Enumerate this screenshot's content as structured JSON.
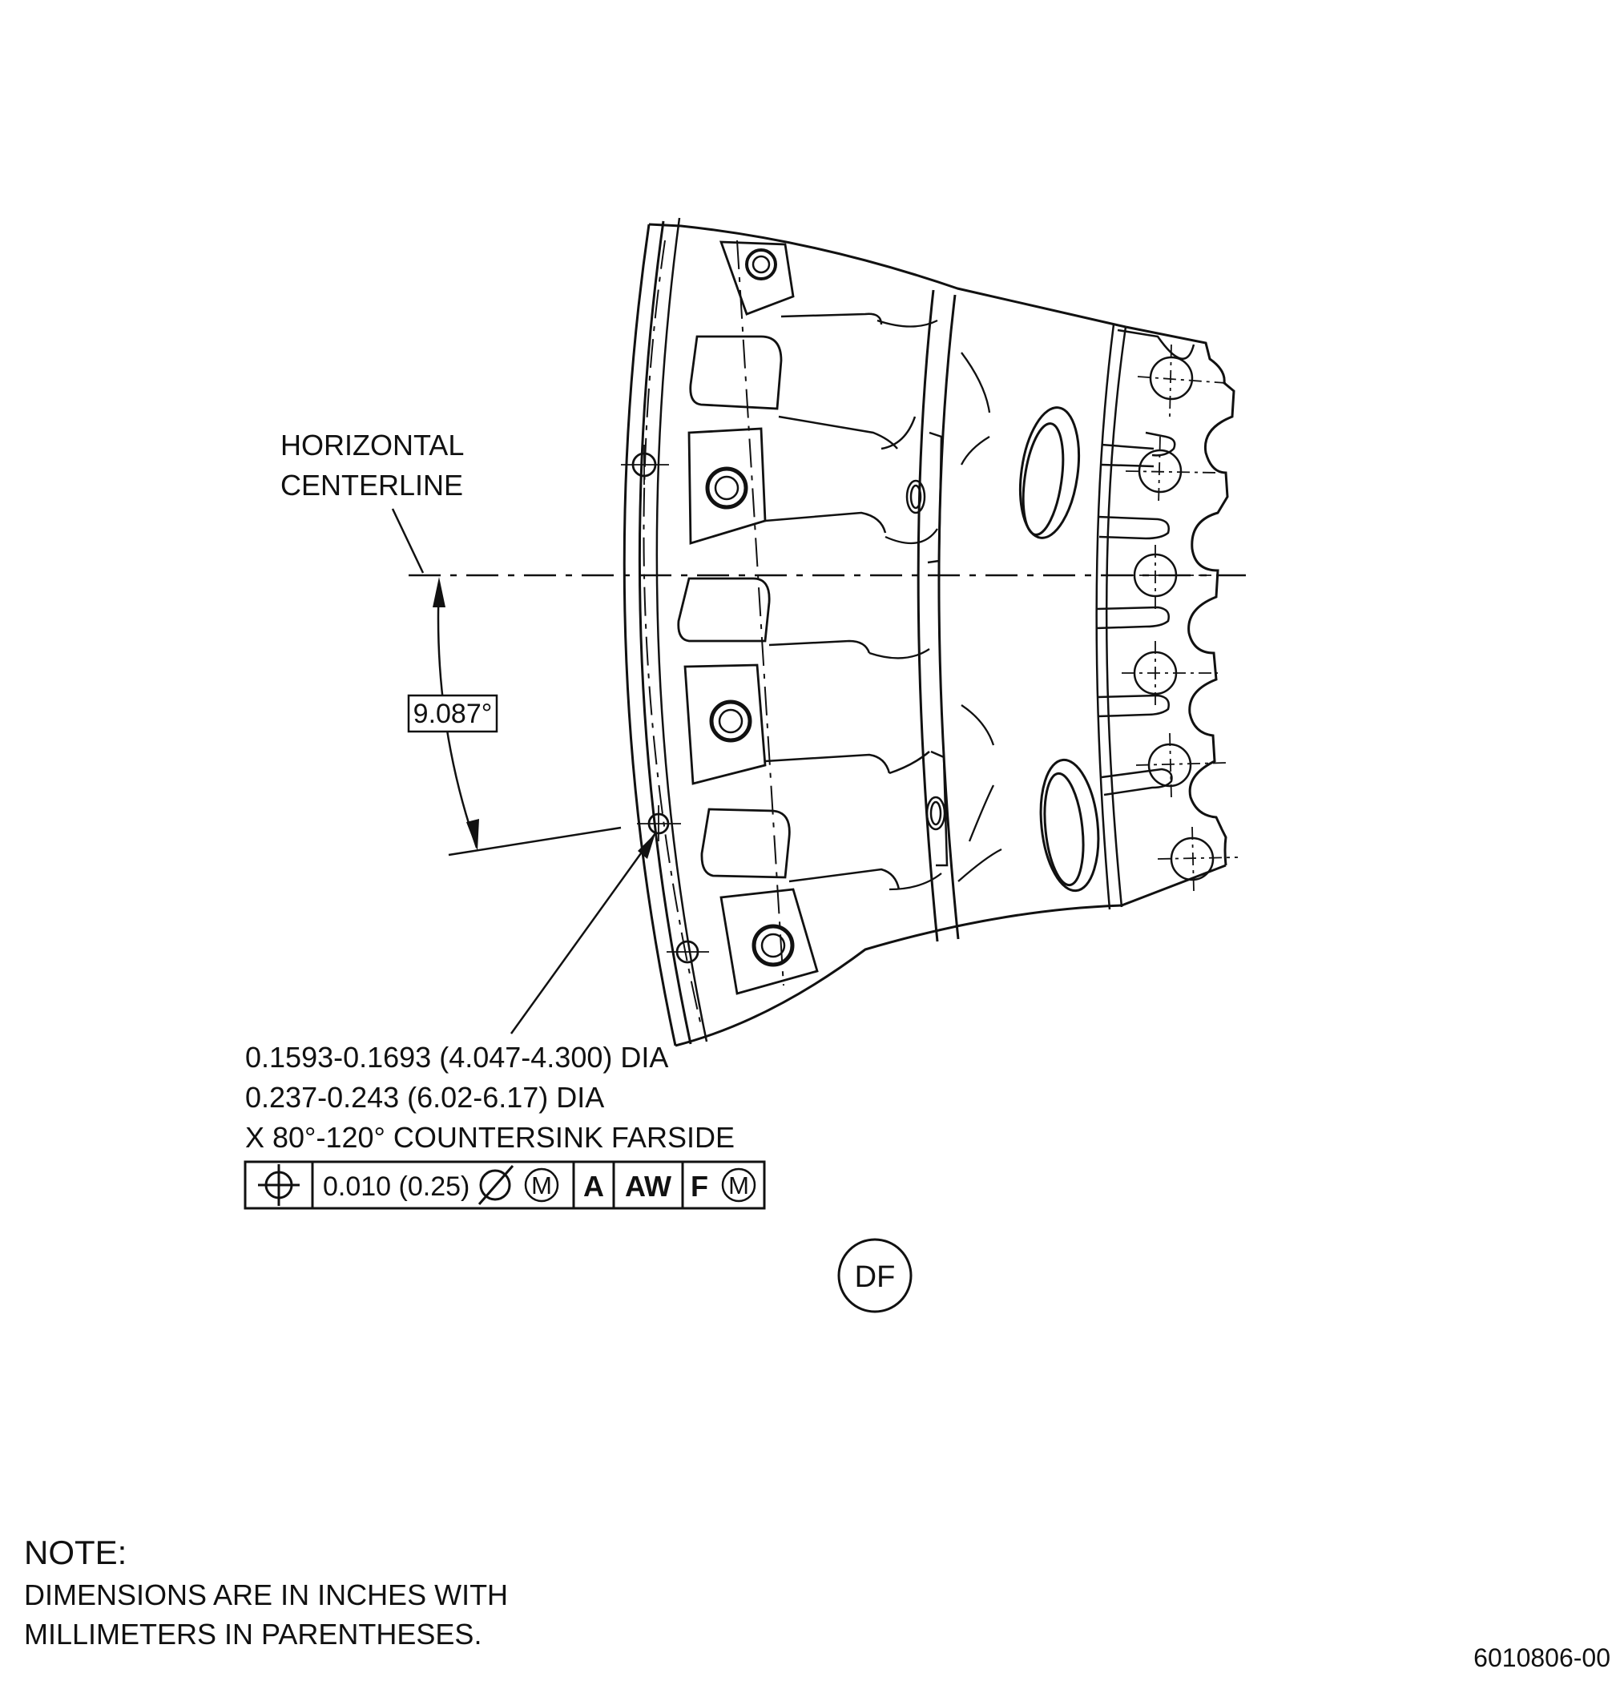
{
  "labels": {
    "centerline_line1": "HORIZONTAL",
    "centerline_line2": "CENTERLINE",
    "angle": "9.087°",
    "callout_line1": "0.1593-0.1693 (4.047-4.300) DIA",
    "callout_line2": "0.237-0.243 (6.02-6.17) DIA",
    "callout_line3": "X 80°-120° COUNTERSINK FARSIDE",
    "view_id": "DF",
    "drawing_number": "6010806-00"
  },
  "feature_control_frame": {
    "symbol": "position-icon",
    "tolerance": "0.010 (0.25)",
    "tolerance_modifier": "diameter-icon",
    "material_condition": "M",
    "datum_a": "A",
    "datum_aw": "AW",
    "datum_f": "F",
    "datum_f_modifier": "M"
  },
  "note": {
    "heading": "NOTE:",
    "line1": "DIMENSIONS ARE IN INCHES WITH",
    "line2": "MILLIMETERS IN PARENTHESES."
  },
  "colors": {
    "ink": "#111111",
    "background": "#ffffff"
  }
}
